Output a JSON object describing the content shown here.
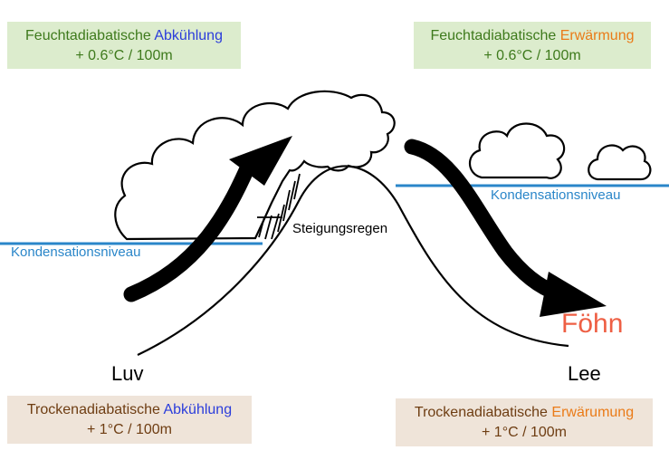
{
  "boxes": {
    "top_left": {
      "prefix": "Feuchtadiabatische ",
      "highlight": "Abkühlung",
      "rate": "+ 0.6°C / 100m"
    },
    "top_right": {
      "prefix": "Feuchtadiabatische ",
      "highlight": "Erwärmung",
      "rate": "+ 0.6°C / 100m"
    },
    "bottom_left": {
      "prefix": "Trockenadiabatische ",
      "highlight": "Abkühlung",
      "rate": "+ 1°C / 100m"
    },
    "bottom_right": {
      "prefix": "Trockenadiabatische ",
      "highlight": "Erwärumung",
      "rate": "+ 1°C / 100m"
    }
  },
  "labels": {
    "condensation_left": "Kondensationsniveau",
    "condensation_right": "Kondensationsniveau",
    "rain": "Steigungsregen",
    "windward": "Luv",
    "leeward": "Lee",
    "foehn": "Föhn"
  },
  "colors": {
    "condensation_line": "#2a86c9",
    "foehn": "#ee5f44",
    "highlight_blue": "#2b3ddb",
    "highlight_orange": "#ea7b18",
    "box_green": "#dceccd",
    "box_brown": "#efe4d9"
  }
}
